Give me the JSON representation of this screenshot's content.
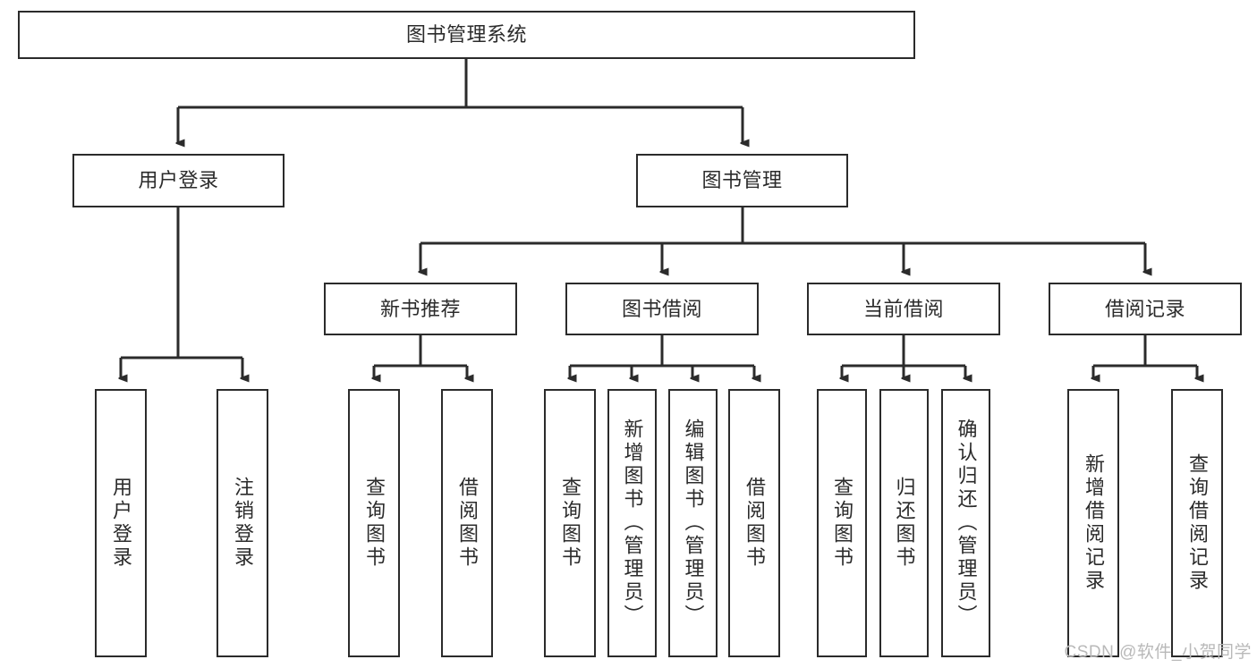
{
  "diagram": {
    "title": "图书管理系统",
    "type": "tree-hierarchy-diagram",
    "colors": {
      "box_border": "#2b2b2b",
      "box_fill": "#ffffff",
      "edge": "#2b2b2b",
      "text": "#2b2b2b",
      "watermark": "#b9b9b9",
      "background": "#ffffff"
    },
    "root": {
      "label": "图书管理系统"
    },
    "level2": [
      {
        "label": "用户登录"
      },
      {
        "label": "图书管理"
      }
    ],
    "level3": [
      {
        "label": "新书推荐"
      },
      {
        "label": "图书借阅"
      },
      {
        "label": "当前借阅"
      },
      {
        "label": "借阅记录"
      }
    ],
    "leaves": {
      "user_login": [
        {
          "label": "用户登录"
        },
        {
          "label": "注销登录"
        }
      ],
      "new_book_recommend": [
        {
          "label": "查询图书"
        },
        {
          "label": "借阅图书"
        }
      ],
      "book_borrow": [
        {
          "label": "查询图书"
        },
        {
          "label": "新增图书（管理员）"
        },
        {
          "label": "编辑图书（管理员）"
        },
        {
          "label": "借阅图书"
        }
      ],
      "current_borrow": [
        {
          "label": "查询图书"
        },
        {
          "label": "归还图书"
        },
        {
          "label": "确认归还（管理员）"
        }
      ],
      "borrow_records": [
        {
          "label": "新增借阅记录"
        },
        {
          "label": "查询借阅记录"
        }
      ]
    }
  },
  "watermark": {
    "text": "CSDN @软件_小贺同学"
  }
}
